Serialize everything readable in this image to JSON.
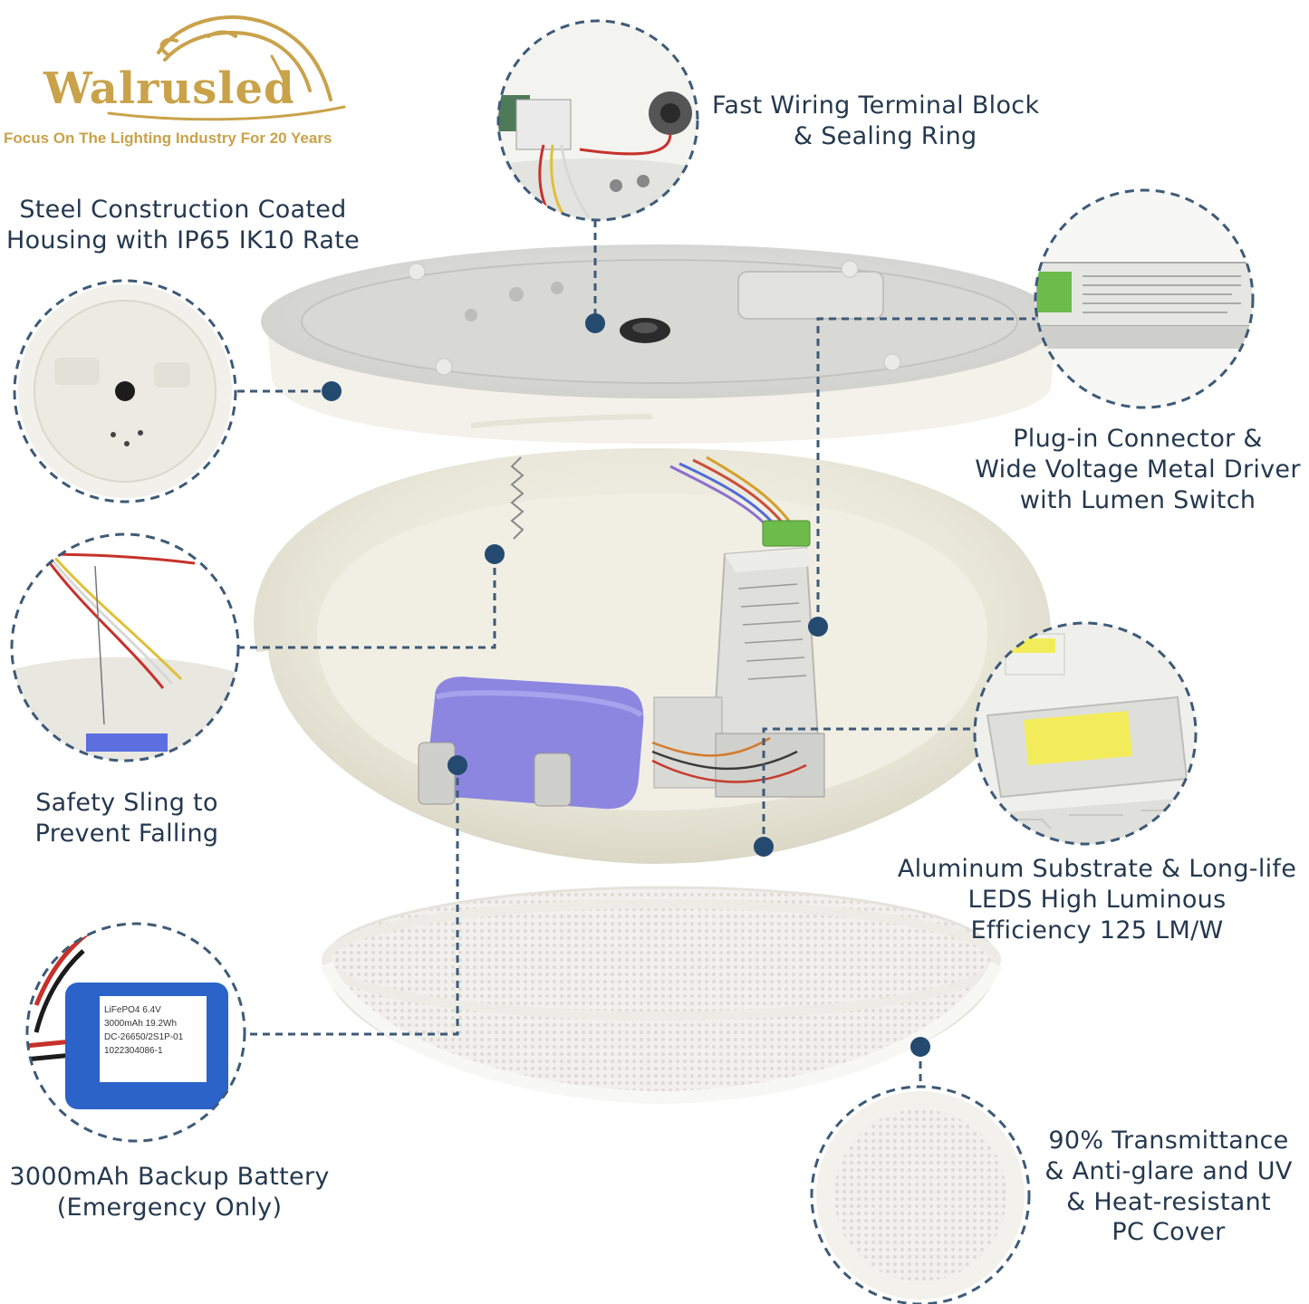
{
  "brand": {
    "name": "Walrusled",
    "tagline": "Focus On The Lighting Industry For 20 Years",
    "color": "#c9a24a"
  },
  "colors": {
    "text": "#24384e",
    "dash": "#3d5a78",
    "dot": "#254a70",
    "battery": "#2b63c8",
    "terminal": "#6dbb4a"
  },
  "callouts": {
    "terminal": {
      "lines": [
        "Fast Wiring Terminal Block",
        "& Sealing Ring"
      ]
    },
    "housing": {
      "lines": [
        "Steel Construction Coated",
        "Housing with IP65 IK10 Rate"
      ]
    },
    "driver": {
      "lines": [
        "Plug-in Connector &",
        "Wide Voltage Metal Driver",
        "with Lumen Switch"
      ]
    },
    "sling": {
      "lines": [
        "Safety Sling to",
        "Prevent Falling"
      ]
    },
    "leds": {
      "lines": [
        "Aluminum Substrate & Long-life",
        "LEDS High Luminous",
        "Efficiency 125 LM/W"
      ]
    },
    "battery": {
      "lines": [
        "3000mAh Backup Battery",
        "(Emergency Only)"
      ]
    },
    "cover": {
      "lines": [
        "90% Transmittance",
        "& Anti-glare and UV",
        "& Heat-resistant",
        "PC Cover"
      ]
    }
  },
  "battery_label": {
    "lines": [
      "LiFePO4  6.4V",
      "3000mAh  19.2Wh",
      "DC-26650/2S1P-01",
      "1022304086-1"
    ]
  },
  "icons": [
    "sealing-ring-icon",
    "terminal-block-icon",
    "battery-icon",
    "driver-icon",
    "led-chip-icon"
  ]
}
